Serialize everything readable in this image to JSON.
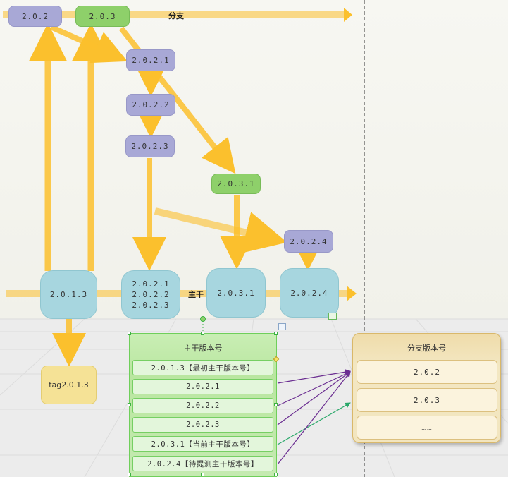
{
  "nodes": {
    "n_202": "2.0.2",
    "n_203": "2.0.3",
    "n_2021": "2.0.2.1",
    "n_2022": "2.0.2.2",
    "n_2023": "2.0.2.3",
    "n_2031": "2.0.3.1",
    "n_2024": "2.0.2.4",
    "t_2013": "2.0.1.3",
    "t_merge": [
      "2.0.2.1",
      "2.0.2.2",
      "2.0.2.3"
    ],
    "t_2031": "2.0.3.1",
    "t_2024": "2.0.2.4",
    "tag": "tag2.0.1.3"
  },
  "labels": {
    "branch_line": "分支",
    "trunk_line": "主干"
  },
  "trunk_panel": {
    "title": "主干版本号",
    "rows": [
      "2.0.1.3【最初主干版本号】",
      "2.0.2.1",
      "2.0.2.2",
      "2.0.2.3",
      "2.0.3.1【当前主干版本号】",
      "2.0.2.4【待提测主干版本号】"
    ]
  },
  "branch_panel": {
    "title": "分支版本号",
    "rows": [
      "2.0.2",
      "2.0.3",
      "……"
    ]
  },
  "colors": {
    "arrow": "#fbc02d",
    "purple_node": "#a8a8d6",
    "green_node": "#8ed06a",
    "blue_node": "#a7d6df",
    "connector_purple": "#7b3fa0",
    "connector_green": "#2aa86a"
  }
}
